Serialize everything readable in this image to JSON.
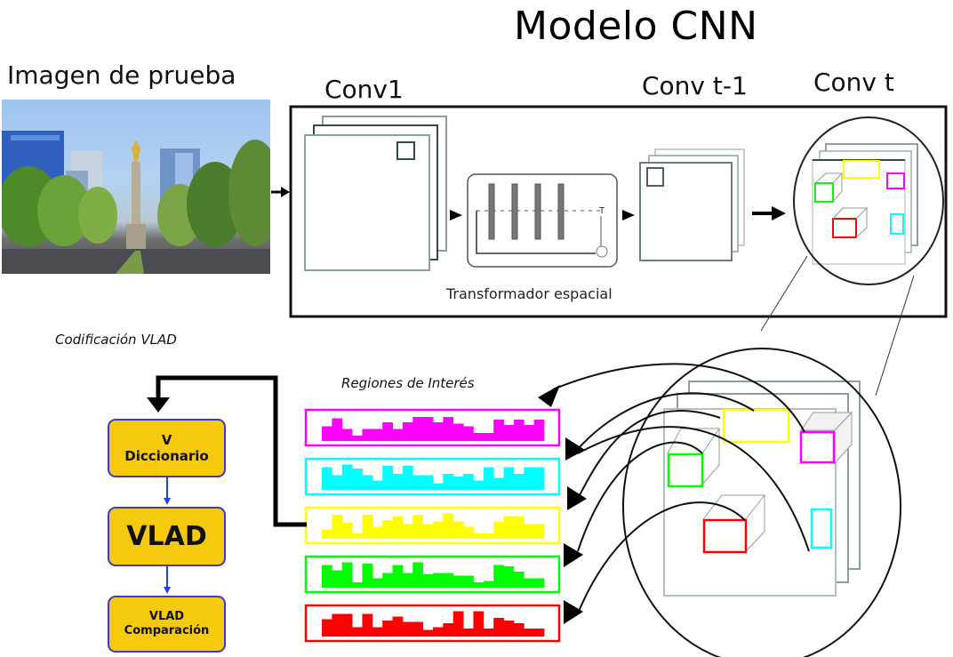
{
  "title": "Modelo CNN",
  "test_image": {
    "label": "Imagen de prueba",
    "description": "city avenue with monument column, trees and glass buildings"
  },
  "cnn": {
    "layers": [
      {
        "label": "Conv1"
      },
      {
        "label": "Conv t-1"
      },
      {
        "label": "Conv t"
      }
    ],
    "transformer_label": "Transformador espacial"
  },
  "vlad": {
    "section_label": "Codificación VLAD",
    "boxes": [
      {
        "line1": "V",
        "line2": "Diccionario"
      },
      {
        "line1": "VLAD",
        "line2": ""
      },
      {
        "line1": "VLAD",
        "line2": "Comparación"
      }
    ],
    "box_fill": "#f5c90c",
    "box_border": "#3b3bc8",
    "connector_color": "#2040ff"
  },
  "regions": {
    "label": "Regiones de Interés",
    "histograms": [
      {
        "name": "magenta",
        "color": "#ff00ff",
        "bins": [
          0.55,
          0.85,
          0.45,
          0.2,
          0.45,
          0.45,
          0.7,
          0.45,
          0.7,
          0.9,
          0.9,
          0.7,
          0.9,
          0.65,
          0.55,
          0.3,
          0.3,
          0.8,
          0.6,
          0.8,
          0.6,
          0.8
        ]
      },
      {
        "name": "cyan",
        "color": "#00ffff",
        "bins": [
          0.85,
          0.55,
          0.95,
          0.8,
          0.55,
          0.35,
          0.9,
          0.6,
          0.9,
          0.55,
          0.55,
          0.25,
          0.6,
          0.5,
          0.6,
          0.35,
          0.85,
          0.45,
          0.85,
          0.6,
          0.85,
          0.85
        ]
      },
      {
        "name": "yellow",
        "color": "#ffff00",
        "bins": [
          0.35,
          0.9,
          0.6,
          0.2,
          0.9,
          0.45,
          0.7,
          0.85,
          0.55,
          0.9,
          0.55,
          0.65,
          0.95,
          0.65,
          0.45,
          0.2,
          0.2,
          0.65,
          0.85,
          0.85,
          0.55,
          0.55
        ]
      },
      {
        "name": "green",
        "color": "#00ff00",
        "bins": [
          0.85,
          0.65,
          0.95,
          0.2,
          0.9,
          0.35,
          0.55,
          0.85,
          0.55,
          0.95,
          0.5,
          0.55,
          0.55,
          0.45,
          0.45,
          0.2,
          0.25,
          0.85,
          0.8,
          0.6,
          0.35,
          0.35
        ]
      },
      {
        "name": "red",
        "color": "#ff0000",
        "bins": [
          0.65,
          0.85,
          0.85,
          0.35,
          0.85,
          0.35,
          0.6,
          0.75,
          0.55,
          0.55,
          0.25,
          0.35,
          0.5,
          0.95,
          0.3,
          0.95,
          0.3,
          0.7,
          0.6,
          0.5,
          0.3,
          0.3
        ]
      }
    ]
  },
  "feature_regions": [
    {
      "name": "yellow-region",
      "color": "#ffff00"
    },
    {
      "name": "magenta-region",
      "color": "#ff00ff"
    },
    {
      "name": "green-region",
      "color": "#00ff00"
    },
    {
      "name": "red-region",
      "color": "#ff0000"
    },
    {
      "name": "cyan-region",
      "color": "#00ffff"
    }
  ]
}
